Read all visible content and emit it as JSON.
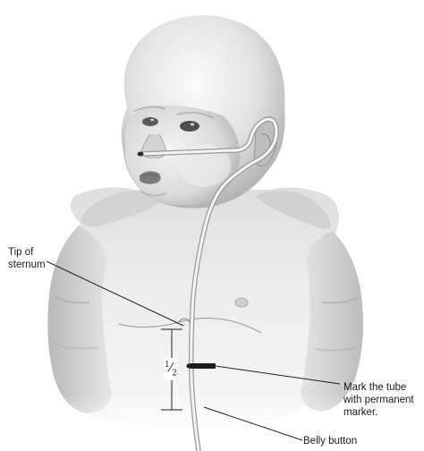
{
  "labels": {
    "sternum_line1": "Tip of",
    "sternum_line2": "sternum",
    "mark_line1": "Mark the tube",
    "mark_line2": "with permanent",
    "mark_line3": "marker.",
    "belly": "Belly button",
    "half_num": "1",
    "half_den": "2"
  },
  "colors": {
    "skin_light": "#f1f1f1",
    "skin_mid": "#d4d4d4",
    "skin_shadow": "#9f9f9f",
    "line": "#222222",
    "marker": "#1c1c1c"
  }
}
